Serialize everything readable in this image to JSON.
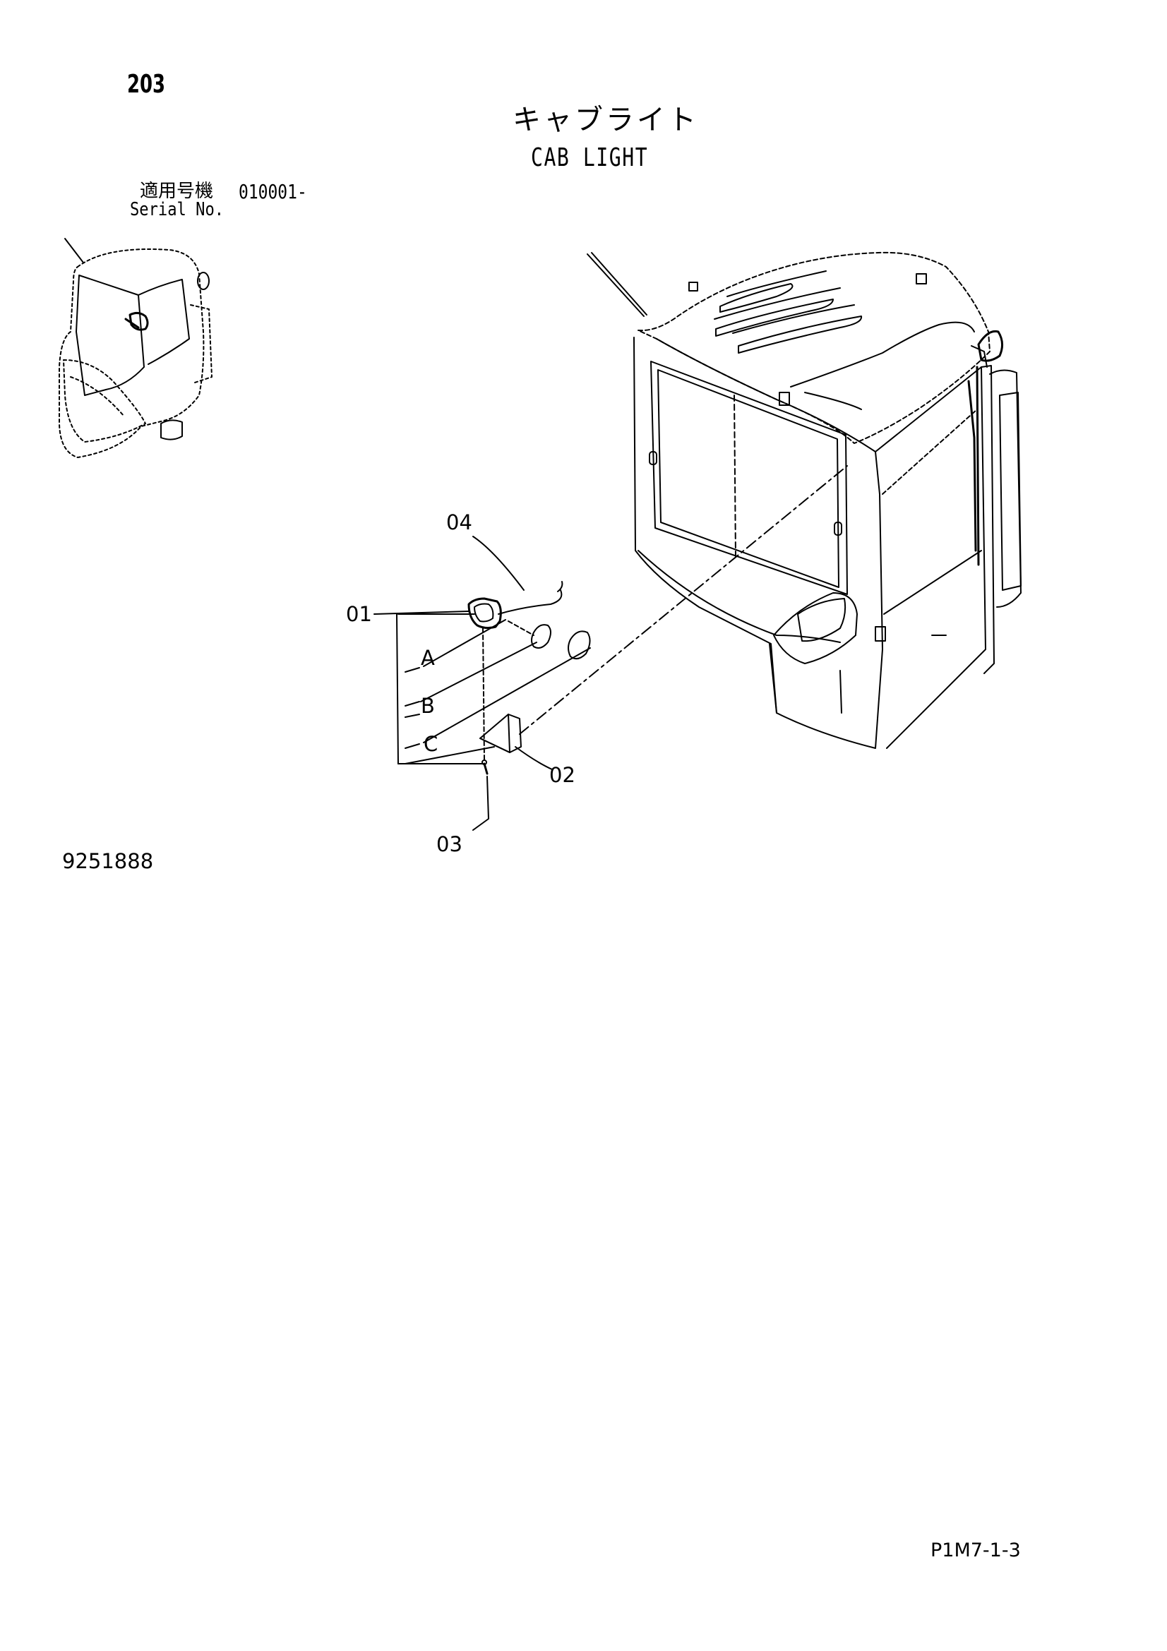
{
  "page_number": "203",
  "title": {
    "japanese": "キャブライト",
    "english": "CAB LIGHT"
  },
  "serial": {
    "label_jp": "適用号機",
    "value": "010001-",
    "label_en": "Serial No."
  },
  "callouts": {
    "part_01": "01",
    "part_02": "02",
    "part_03": "03",
    "part_04": "04",
    "ref_a": "A",
    "ref_b": "B",
    "ref_c": "C"
  },
  "document_number": "9251888",
  "figure_code": "P1M7-1-3"
}
